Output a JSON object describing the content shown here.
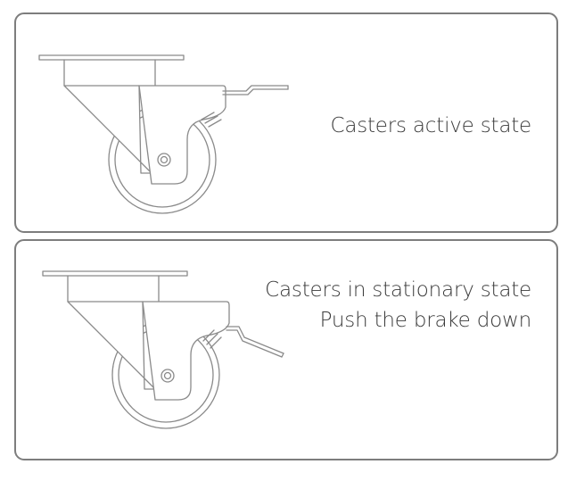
{
  "panels": [
    {
      "state": "active",
      "caption_lines": [
        "Casters active state"
      ]
    },
    {
      "state": "stationary",
      "caption_lines": [
        "Casters in stationary state",
        "Push the brake down"
      ]
    }
  ],
  "colors": {
    "border": "#7d7d7d",
    "line_art": "#8a8a8a",
    "text": "#3a3a3a",
    "background": "#ffffff"
  }
}
